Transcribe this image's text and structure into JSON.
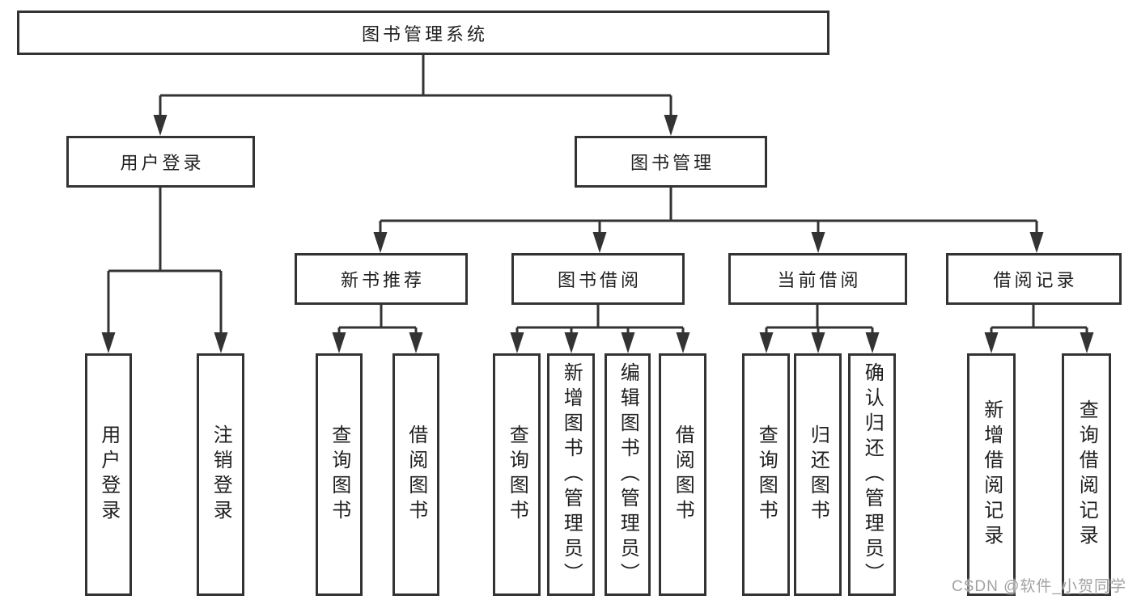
{
  "root": {
    "label": "图书管理系统"
  },
  "level2": [
    {
      "label": "用户登录"
    },
    {
      "label": "图书管理"
    }
  ],
  "level3": [
    {
      "label": "新书推荐"
    },
    {
      "label": "图书借阅"
    },
    {
      "label": "当前借阅"
    },
    {
      "label": "借阅记录"
    }
  ],
  "level4": [
    {
      "label": "用户登录"
    },
    {
      "label": "注销登录"
    },
    {
      "label": "查询图书"
    },
    {
      "label": "借阅图书"
    },
    {
      "label": "查询图书"
    },
    {
      "label": "新增图书（管理员）"
    },
    {
      "label": "编辑图书（管理员）"
    },
    {
      "label": "借阅图书"
    },
    {
      "label": "查询图书"
    },
    {
      "label": "归还图书"
    },
    {
      "label": "确认归还（管理员）"
    },
    {
      "label": "新增借阅记录"
    },
    {
      "label": "查询借阅记录"
    }
  ],
  "watermark": {
    "text": "CSDN @软件_小贺同学"
  },
  "colors": {
    "line": "#333333",
    "text": "#1f1f1f",
    "background": "#ffffff",
    "watermark": "#a2a2a2"
  }
}
